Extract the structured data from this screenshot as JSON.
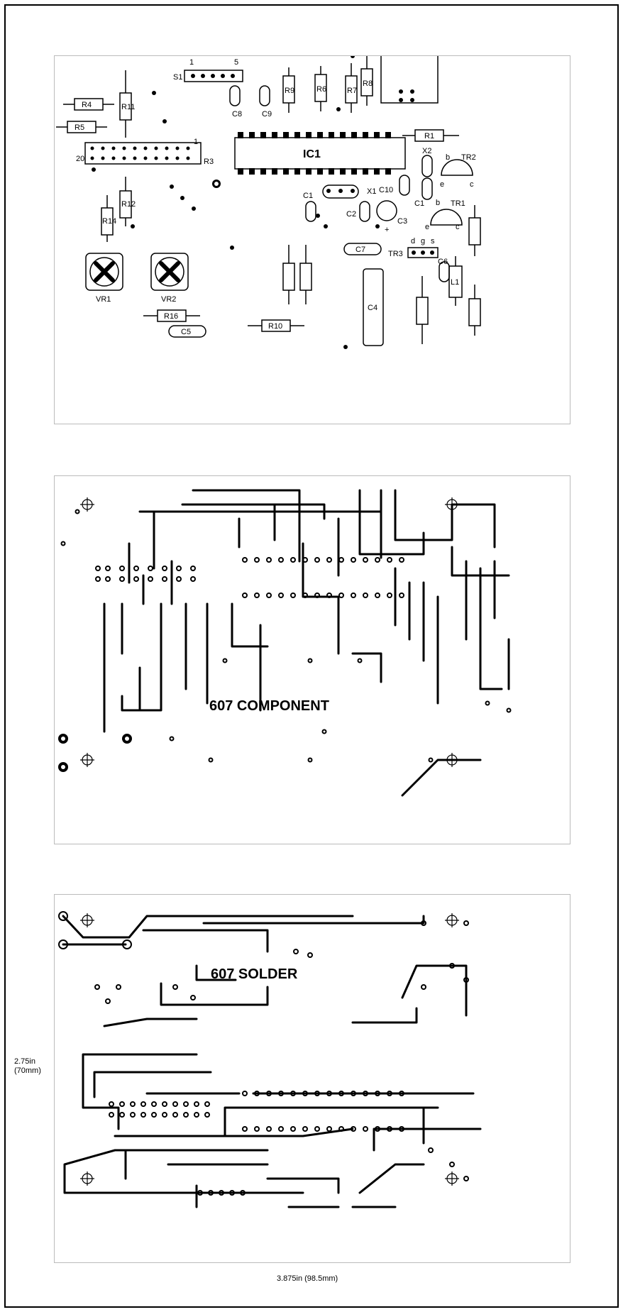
{
  "overlay": {
    "components": {
      "s1": "S1",
      "s1_pin1": "1",
      "s1_pin5": "5",
      "r1": "R1",
      "r3": "R3",
      "r4": "R4",
      "r5": "R5",
      "r6": "R6",
      "r7": "R7",
      "r8": "R8",
      "r9": "R9",
      "r10": "R10",
      "r11": "R11",
      "r12": "R12",
      "r14": "R14",
      "r16": "R16",
      "c1": "C1",
      "c1b": "C1",
      "c2": "C2",
      "c3": "C3",
      "c4": "C4",
      "c5": "C5",
      "c6": "C6",
      "c7": "C7",
      "c8": "C8",
      "c9": "C9",
      "c10": "C10",
      "ic1": "IC1",
      "x1": "X1",
      "x2": "X2",
      "tr1": "TR1",
      "tr2": "TR2",
      "tr3": "TR3",
      "vr1": "VR1",
      "vr2": "VR2",
      "l1": "L1",
      "conn_pin1": "1",
      "conn_pin20": "20",
      "tr_b": "b",
      "tr_e": "e",
      "tr_c": "c",
      "fet_d": "d",
      "fet_g": "g",
      "fet_s": "s",
      "plus": "+"
    }
  },
  "component_side": {
    "label": "607 COMPONENT"
  },
  "solder_side": {
    "label": "607 SOLDER"
  },
  "dimensions": {
    "height_in": "2.75in",
    "height_mm": "(70mm)",
    "width": "3.875in (98.5mm)"
  }
}
